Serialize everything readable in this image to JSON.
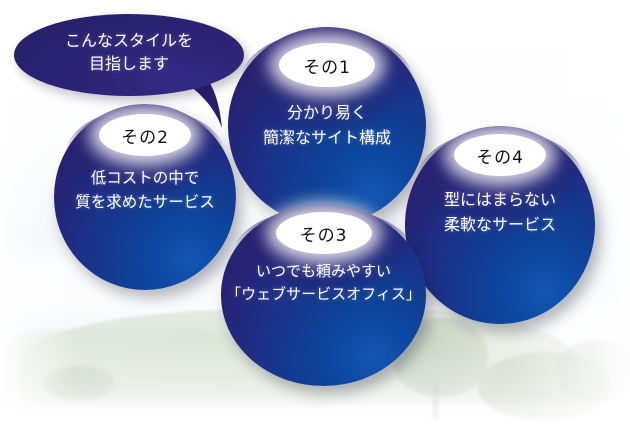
{
  "poster": {
    "background": {
      "scene": "faded-landscape-photo",
      "elements": [
        "sky",
        "grass-field",
        "trees"
      ]
    },
    "speech_bubble": {
      "name": "speech-bubble",
      "lines": [
        "こんなスタイルを",
        "目指します"
      ],
      "fill_color": "#2a2070",
      "text_color": "#ffffff"
    },
    "bubbles": [
      {
        "id": "bubble-1",
        "badge": "その1",
        "lines": [
          "分かり易く",
          "簡潔なサイト構成"
        ],
        "fill_from": "#2a2070",
        "fill_to": "#0d49a2",
        "text_color": "#ffffff",
        "badge_color": "#ffffff"
      },
      {
        "id": "bubble-2",
        "badge": "その2",
        "lines": [
          "低コストの中で",
          "質を求めたサービス"
        ],
        "fill_from": "#2a2070",
        "fill_to": "#0d49a2",
        "text_color": "#ffffff",
        "badge_color": "#ffffff"
      },
      {
        "id": "bubble-3",
        "badge": "その3",
        "lines": [
          "いつでも頼みやすい",
          "「ウェブサービスオフィス」"
        ],
        "fill_from": "#2a2070",
        "fill_to": "#0d49a2",
        "text_color": "#ffffff",
        "badge_color": "#ffffff"
      },
      {
        "id": "bubble-4",
        "badge": "その4",
        "lines": [
          "型にはまらない",
          "柔軟なサービス"
        ],
        "fill_from": "#2a2070",
        "fill_to": "#0d49a2",
        "text_color": "#ffffff",
        "badge_color": "#ffffff"
      }
    ]
  }
}
